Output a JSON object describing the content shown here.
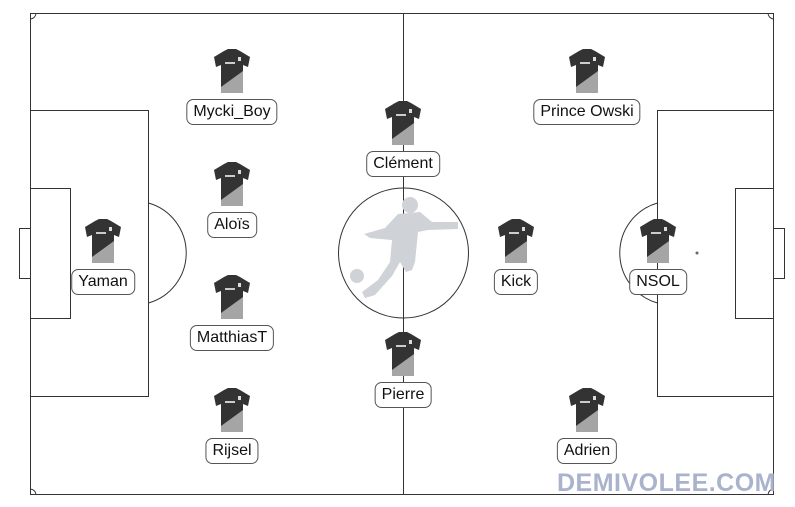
{
  "watermark": "DEMIVOLEE.COM",
  "colors": {
    "line": "#333333",
    "label_border": "#555555",
    "watermark": "#aab3cc",
    "silhouette": "#cfd2d6"
  },
  "players": [
    {
      "name": "Mycki_Boy"
    },
    {
      "name": "Clément"
    },
    {
      "name": "Prince Owski"
    },
    {
      "name": "Aloïs"
    },
    {
      "name": "Yaman"
    },
    {
      "name": "MatthiasT"
    },
    {
      "name": "Kick"
    },
    {
      "name": "NSOL"
    },
    {
      "name": "Pierre"
    },
    {
      "name": "Rijsel"
    },
    {
      "name": "Adrien"
    }
  ]
}
